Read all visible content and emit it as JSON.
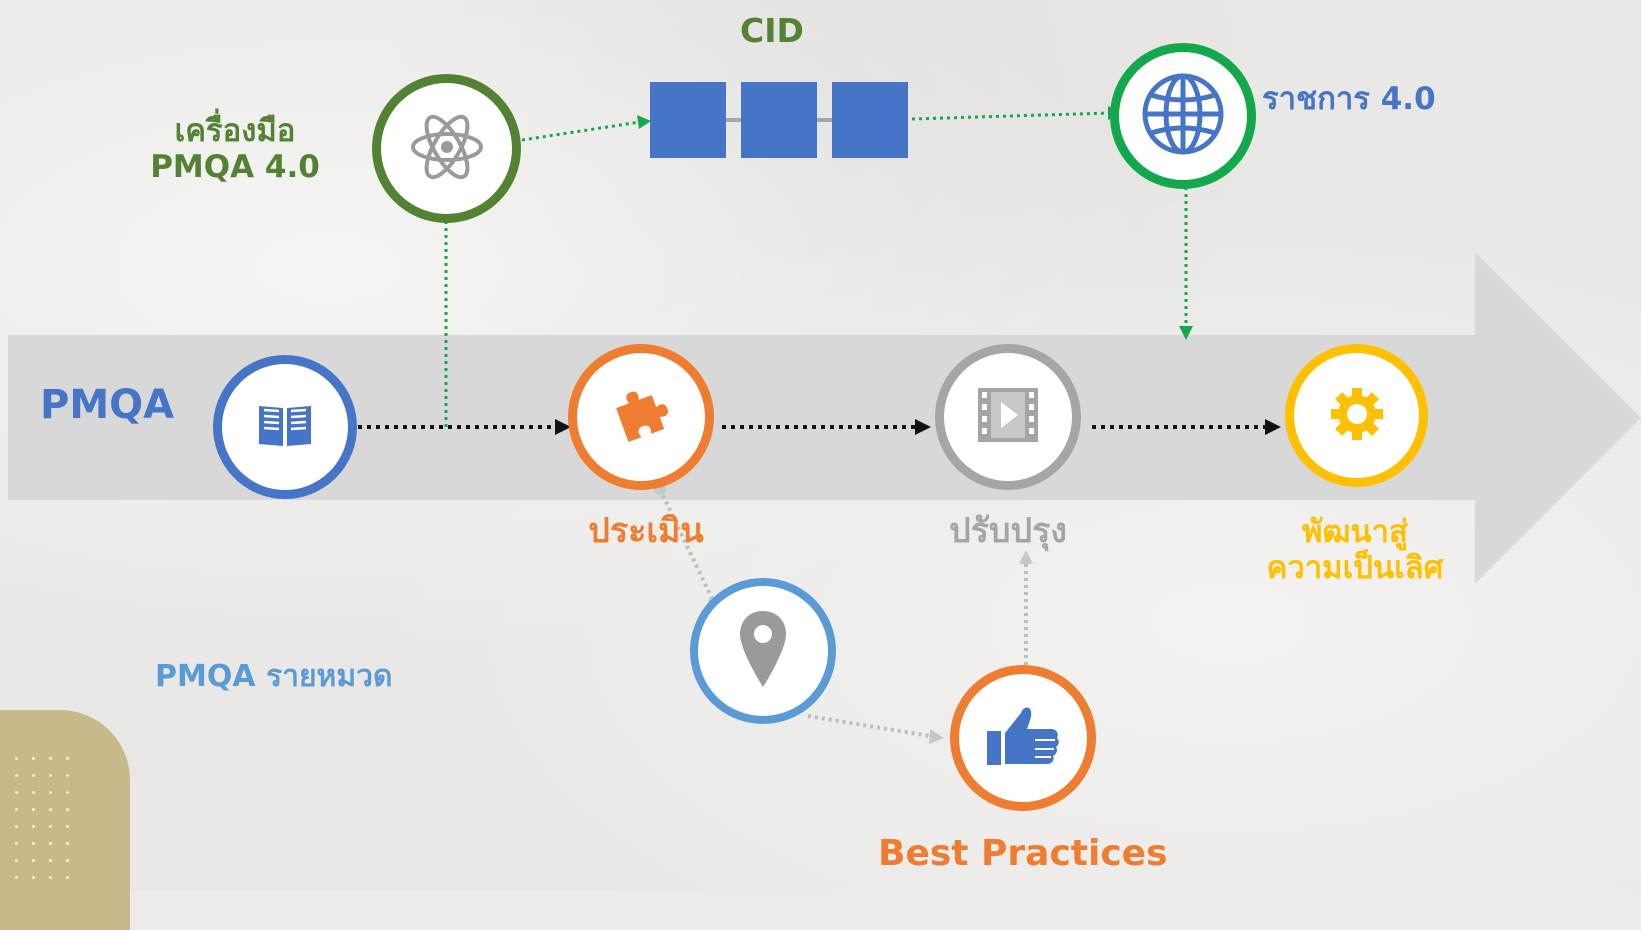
{
  "nodes": {
    "pmqa": "PMQA",
    "tool": "เครื่องมือ\nPMQA 4.0",
    "cid": "CID",
    "gov": "ราชการ 4.0",
    "assess": "ประเมิน",
    "improve": "ปรับปรุง",
    "excellence": "พัฒนาสู่\nความเป็นเลิศ",
    "category": "PMQA รายหมวด",
    "best": "Best Practices"
  },
  "colors": {
    "blue": "#4674c7",
    "green_dark": "#538234",
    "green": "#14a84c",
    "orange": "#ee7d31",
    "gray": "#a5a5a5",
    "gold": "#fec000",
    "light_blue": "#5b9bd5",
    "arrow": "#d8d8d8"
  },
  "icons": [
    "book-icon",
    "atom-icon",
    "globe-icon",
    "puzzle-icon",
    "film-icon",
    "gear-icon",
    "map-pin-icon",
    "thumbs-up-icon"
  ]
}
